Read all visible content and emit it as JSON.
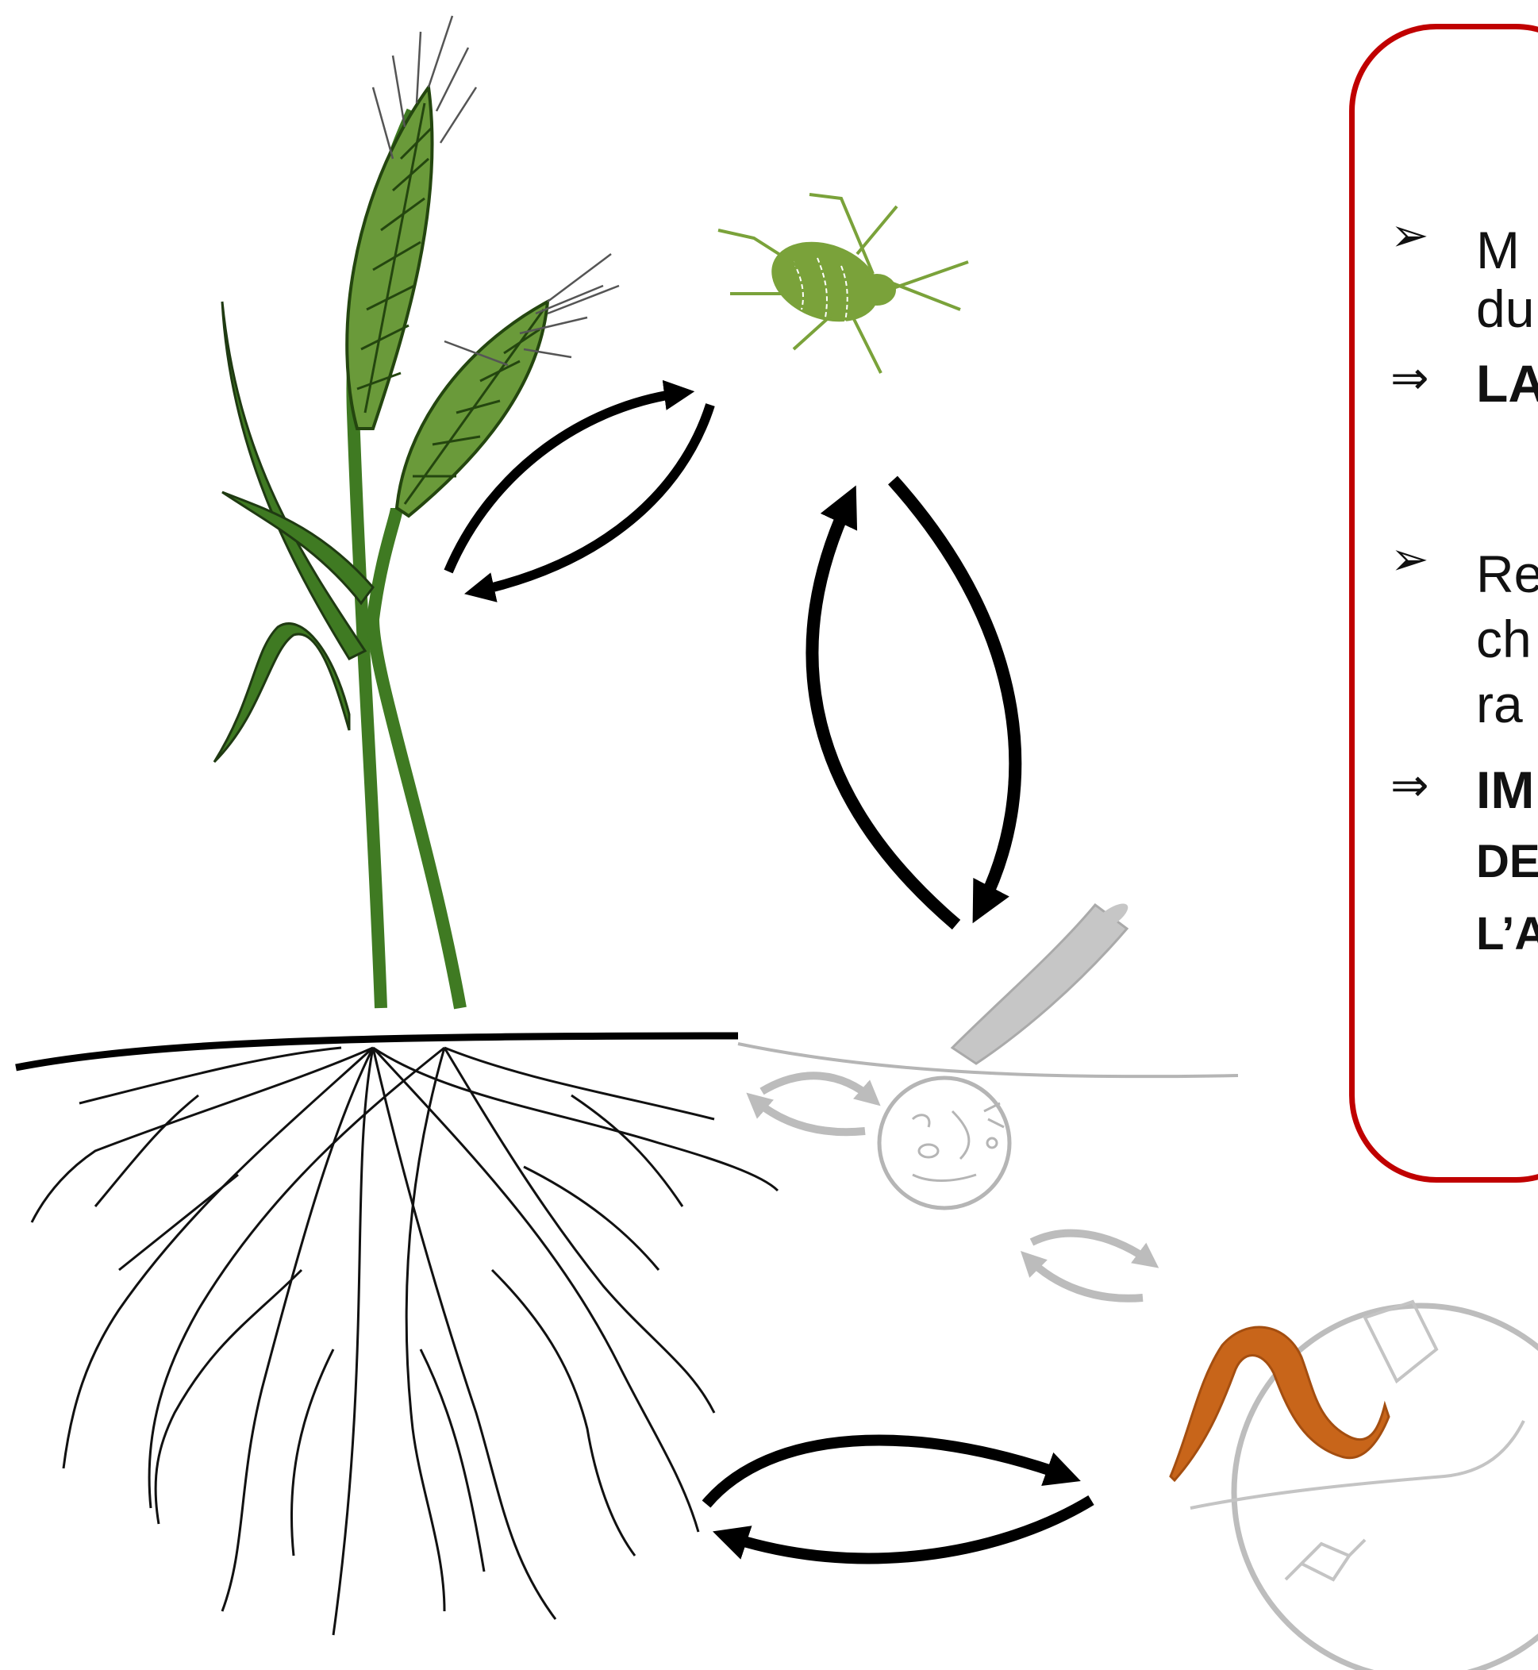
{
  "legend_box": {
    "border_color": "#c00000",
    "bullet_1": {
      "line_1": "M",
      "line_2": "du"
    },
    "result_1": "LA",
    "bullet_2": {
      "line_1": "Re",
      "line_2": "ch",
      "line_3": "ra"
    },
    "result_2": {
      "line_1": "IM",
      "line_2": "DE",
      "line_3": "L’A"
    }
  },
  "organisms": [
    "wheat-plant",
    "aphid",
    "root-nodule-microbes",
    "earthworm-soil-fauna"
  ],
  "colors": {
    "wheat_green": "#6a9a3a",
    "stem_green": "#3f7a22",
    "aphid_green": "#7aa23a",
    "worm_orange": "#c8651a",
    "faded_grey": "#b5b5b5",
    "arrow_black": "#000000"
  }
}
